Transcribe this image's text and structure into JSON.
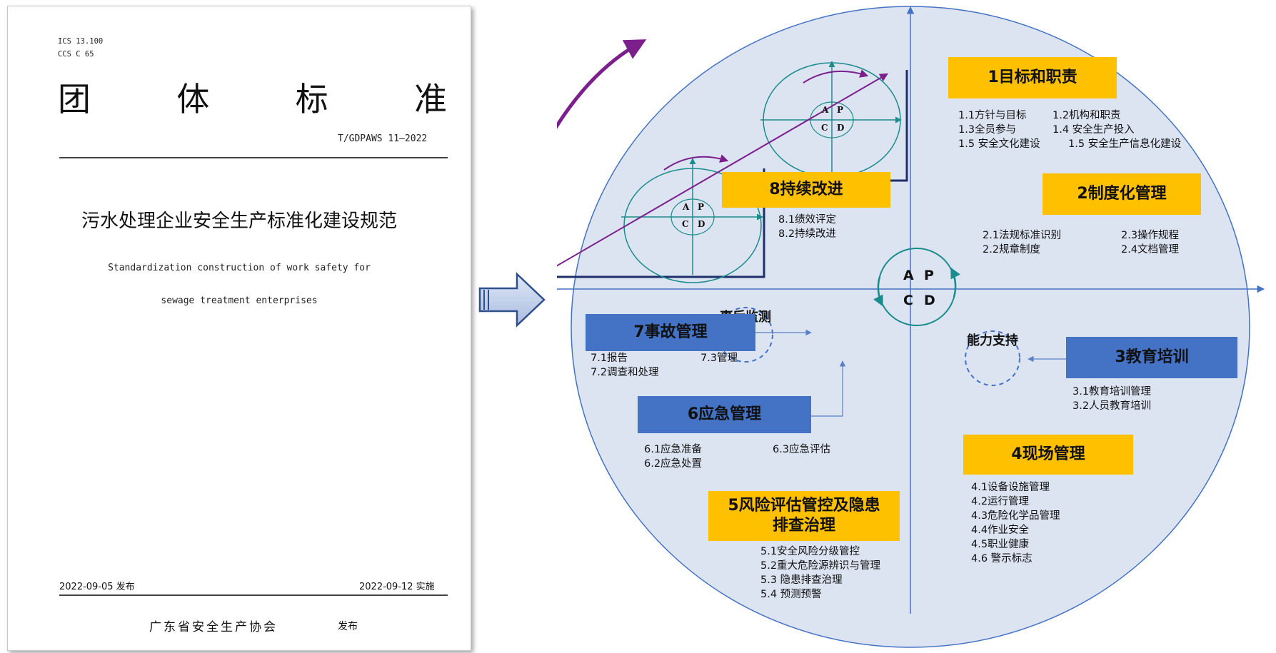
{
  "document": {
    "ics": "ICS 13.100",
    "ccs": "CCS C 65",
    "title_chars": [
      "团",
      "体",
      "标",
      "准"
    ],
    "standard_no": "T/GDPAWS 11—2022",
    "cn_title": "污水处理企业安全生产标准化建设规范",
    "en_title_line1": "Standardization construction of work safety for",
    "en_title_line2": "sewage treatment enterprises",
    "publish_date": "2022-09-05 发布",
    "implement_date": "2022-09-12 实施",
    "publisher": "广东省安全生产协会",
    "publish_word": "发布"
  },
  "diagram": {
    "center_cycle": {
      "a": "A",
      "p": "P",
      "c": "C",
      "d": "D"
    },
    "small_cycle": {
      "a": "A",
      "p": "P",
      "c": "C",
      "d": "D"
    },
    "support_circles": {
      "monitor": "事后监测",
      "capability": "能力支持"
    },
    "elements": {
      "e1": {
        "title": "1目标和职责",
        "items": [
          "1.1方针与目标",
          "1.2机构和职责",
          "1.3全员参与",
          "1.4 安全生产投入",
          "1.5 安全文化建设",
          "1.5 安全生产信息化建设"
        ]
      },
      "e2": {
        "title": "2制度化管理",
        "items": [
          "2.1法规标准识别",
          "2.2规章制度",
          "2.3操作规程",
          "2.4文档管理"
        ]
      },
      "e3": {
        "title": "3教育培训",
        "items": [
          "3.1教育培训管理",
          "3.2人员教育培训"
        ]
      },
      "e4": {
        "title": "4现场管理",
        "items": [
          "4.1设备设施管理",
          "4.2运行管理",
          "4.3危险化学品管理",
          "4.4作业安全",
          "4.5职业健康",
          "4.6 警示标志"
        ]
      },
      "e5": {
        "title_line1": "5风险评估管控及隐患",
        "title_line2": "排查治理",
        "items": [
          "5.1安全风险分级管控",
          "5.2重大危险源辨识与管理",
          "5.3 隐患排查治理",
          "5.4 预测预警"
        ]
      },
      "e6": {
        "title": "6应急管理",
        "items": [
          "6.1应急准备",
          "6.2应急处置",
          "6.3应急评估"
        ]
      },
      "e7": {
        "title": "7事故管理",
        "items": [
          "7.1报告",
          "7.2调查和处理",
          "7.3管理"
        ]
      },
      "e8": {
        "title": "8持续改进",
        "items": [
          "8.1绩效评定",
          "8.2持续改进"
        ]
      }
    },
    "colors": {
      "ellipse_fill": "#dce4f2",
      "axis": "#4472c4",
      "yellow_box": "#ffc000",
      "blue_box": "#4472c4",
      "teal": "#1a8c8c",
      "purple": "#7b1f8c",
      "navy": "#1f2f6b"
    }
  }
}
